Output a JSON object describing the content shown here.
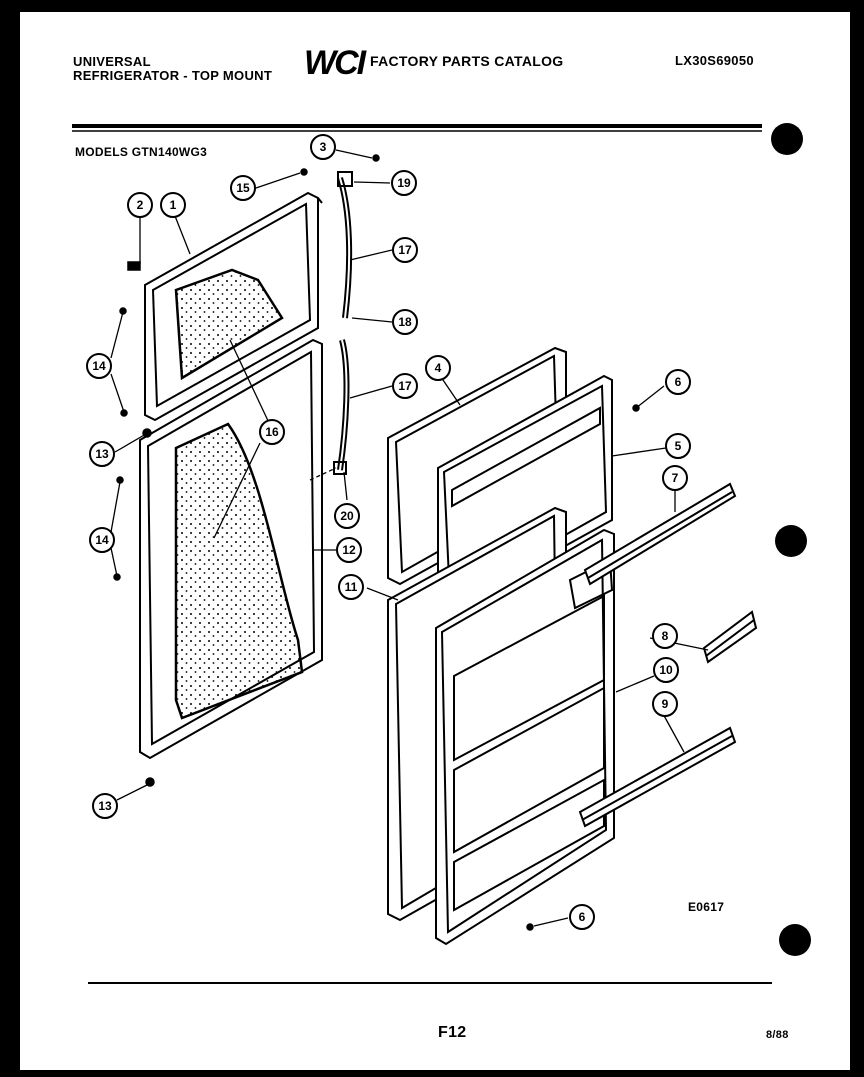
{
  "header": {
    "brand_line1": "UNIVERSAL",
    "brand_line2": "REFRIGERATOR - TOP MOUNT",
    "logo": "WCI",
    "catalog_title": "FACTORY PARTS CATALOG",
    "catalog_number": "LX30S69050",
    "models": "MODELS GTN140WG3"
  },
  "diagram": {
    "callouts": [
      "1",
      "2",
      "3",
      "4",
      "5",
      "6",
      "6",
      "7",
      "8",
      "9",
      "10",
      "11",
      "12",
      "13",
      "13",
      "14",
      "14",
      "15",
      "16",
      "16",
      "17",
      "17",
      "18",
      "19",
      "20"
    ],
    "drawing_code": "E0617"
  },
  "footer": {
    "page_code": "F12",
    "date": "8/88"
  }
}
